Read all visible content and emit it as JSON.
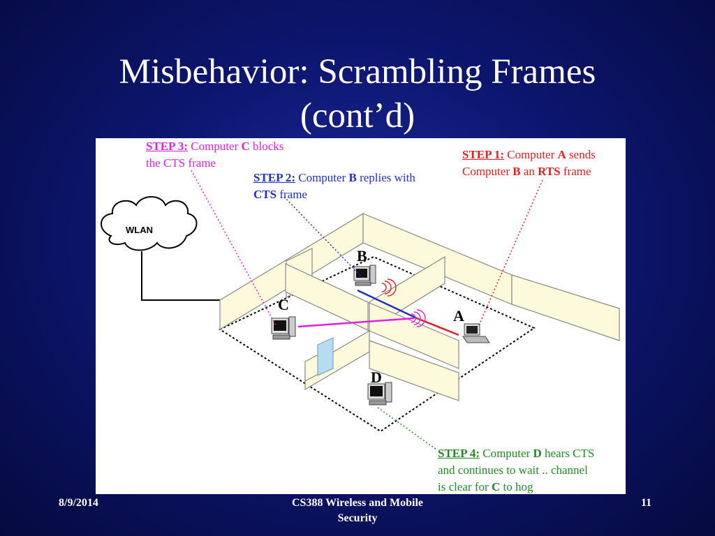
{
  "slide": {
    "title_line1": "Misbehavior: Scrambling Frames",
    "title_line2": "(cont’d)"
  },
  "diagram": {
    "cloud_label": "WLAN",
    "nodes": {
      "a": "A",
      "b": "B",
      "c": "C",
      "d": "D"
    },
    "step1": {
      "label": "STEP 1:",
      "t1": " Computer ",
      "n1": "A",
      "t2": " sends",
      "t3": "Computer ",
      "n2": "B",
      "t4": " an ",
      "n3": "RTS",
      "t5": " frame"
    },
    "step2": {
      "label": "STEP 2:",
      "t1": " Computer ",
      "n1": "B",
      "t2": " replies with",
      "n2": "CTS",
      "t3": " frame"
    },
    "step3": {
      "label": "STEP 3:",
      "t1": " Computer ",
      "n1": "C",
      "t2": " blocks",
      "t3": "the CTS frame"
    },
    "step4": {
      "label": "STEP 4:",
      "t1": " Computer ",
      "n1": "D",
      "t2": " hears CTS",
      "t3": "and continues to wait .. channel",
      "t4": "is clear for ",
      "n2": "C",
      "t5": " to hog"
    },
    "colors": {
      "step1": "#e02020",
      "step2": "#2030c0",
      "step3": "#e020e0",
      "step4": "#208a20"
    }
  },
  "footer": {
    "date": "8/9/2014",
    "course_line1": "CS388 Wireless and Mobile",
    "course_line2": "Security",
    "page": "11"
  }
}
